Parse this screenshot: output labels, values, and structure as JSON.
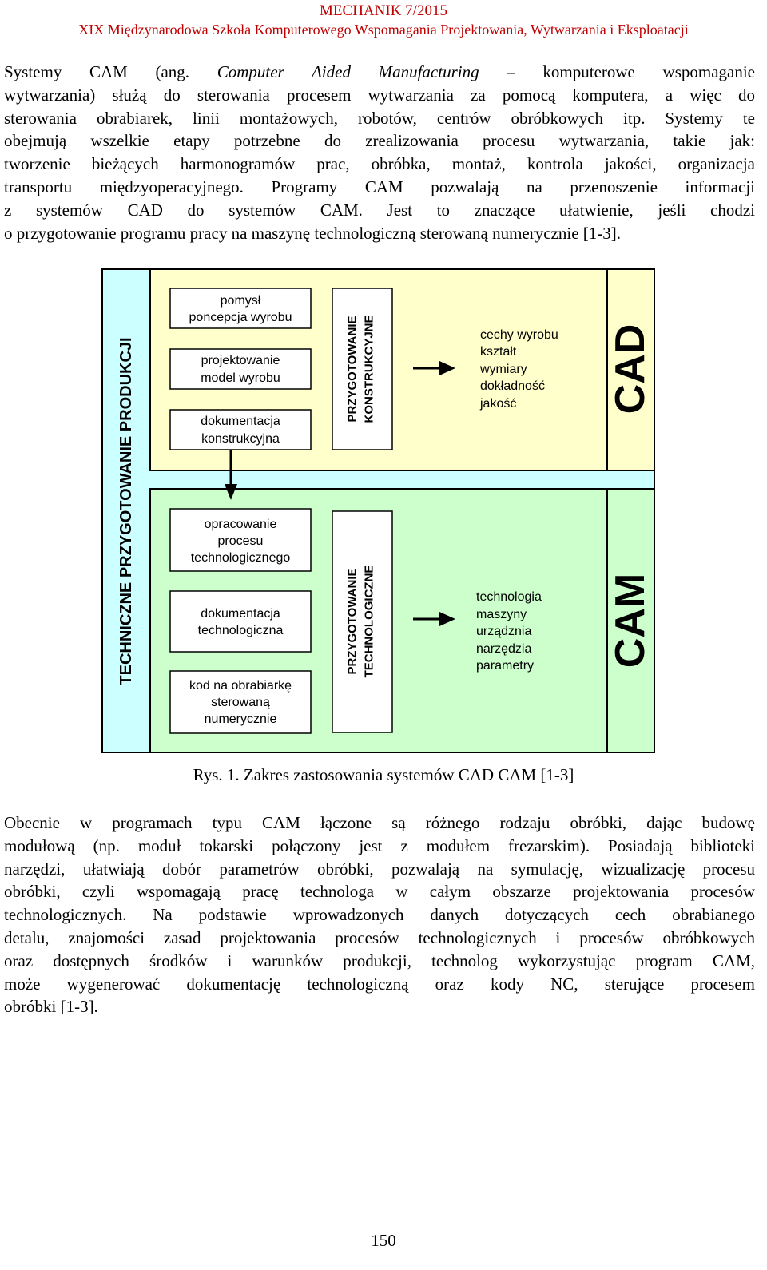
{
  "header": {
    "journal": "MECHANIK 7/2015",
    "school": "XIX Międzynarodowa Szkoła Komputerowego Wspomagania Projektowania, Wytwarzania i Eksploatacji"
  },
  "paragraph1": {
    "lines": [
      [
        "Systemy CAM (ang. ",
        "Computer Aided Manufacturing",
        " – komputerowe wspomaganie"
      ],
      "wytwarzania) służą do sterowania procesem wytwarzania za pomocą komputera, a więc do",
      "sterowania obrabiarek, linii montażowych, robotów, centrów obróbkowych itp. Systemy te",
      "obejmują wszelkie etapy potrzebne do zrealizowania procesu wytwarzania, takie jak:",
      "tworzenie bieżących harmonogramów prac, obróbka, montaż, kontrola jakości, organizacja",
      "transportu międzyoperacyjnego. Programy CAM pozwalają na przenoszenie informacji",
      "z systemów CAD do systemów CAM. Jest to znaczące ułatwienie, jeśli chodzi",
      "o przygotowanie programu pracy na maszynę technologiczną sterowaną numerycznie [1-3]."
    ]
  },
  "diagram": {
    "outer_label": "TECHNICZNE PRZYGOTOWANIE PRODUKCJI",
    "boxes_design": [
      [
        "pomysł",
        "poncepcja wyrobu"
      ],
      [
        "projektowanie",
        "model wyrobu"
      ],
      [
        "dokumentacja",
        "konstrukcyjna"
      ]
    ],
    "boxes_tech": [
      [
        "opracowanie",
        "procesu",
        "technologicznego"
      ],
      [
        "dokumentacja",
        "technologiczna"
      ],
      [
        "kod na obrabiarkę",
        "sterowaną",
        "numerycznie"
      ]
    ],
    "phase_design": [
      "PRZYGOTOWANIE",
      "KONSTRUKCYJNE"
    ],
    "phase_tech": [
      "PRZYGOTOWANIE",
      "TECHNOLOGICZNE"
    ],
    "cad_features": [
      "cechy wyrobu",
      "kształt",
      "wymiary",
      "dokładność",
      "jakość"
    ],
    "cam_features": [
      "technologia",
      "maszyny",
      "urządznia",
      "narzędzia",
      "parametry"
    ],
    "cad_label": "CAD",
    "cam_label": "CAM",
    "colors": {
      "outer": "#ccffff",
      "cad_zone": "#ffffcc",
      "cam_zone": "#ccffcc",
      "border": "#000000"
    }
  },
  "caption": "Rys. 1. Zakres zastosowania systemów CAD CAM [1-3]",
  "paragraph2": {
    "lines": [
      "Obecnie w programach typu CAM łączone są różnego rodzaju obróbki, dając budowę",
      "modułową (np. moduł tokarski połączony jest z modułem frezarskim). Posiadają biblioteki",
      "narzędzi, ułatwiają dobór parametrów obróbki, pozwalają na symulację, wizualizację procesu",
      "obróbki, czyli wspomagają pracę technologa w całym obszarze projektowania procesów",
      "technologicznych. Na podstawie wprowadzonych danych dotyczących cech obrabianego",
      "detalu, znajomości zasad projektowania procesów technologicznych i procesów obróbkowych",
      "oraz dostępnych środków i warunków produkcji, technolog wykorzystując program CAM,",
      "może wygenerować dokumentację technologiczną oraz kody NC, sterujące procesem",
      "obróbki [1-3]."
    ]
  },
  "page_number": "150"
}
